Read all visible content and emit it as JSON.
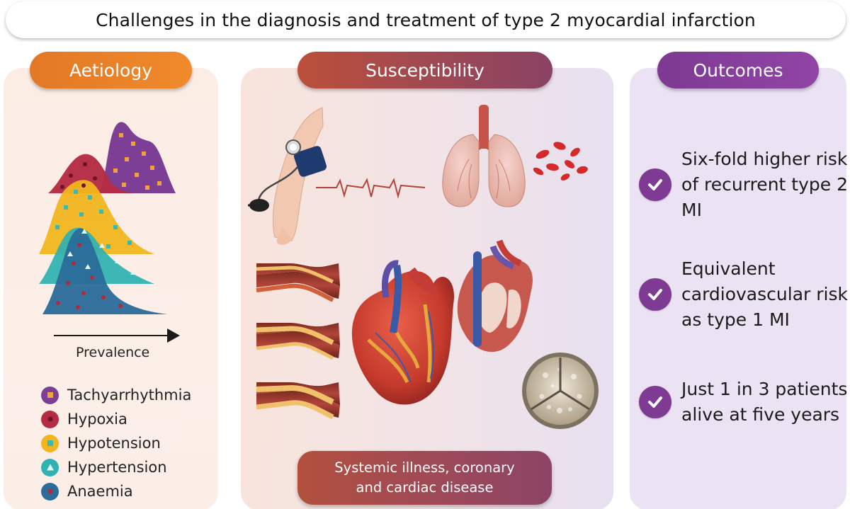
{
  "title": "Challenges in the diagnosis and treatment of type 2 myocardial infarction",
  "sections": {
    "aetiology": "Aetiology",
    "susceptibility": "Susceptibility",
    "outcomes": "Outcomes"
  },
  "aetiology": {
    "axis_label": "Prevalence",
    "legend": [
      {
        "label": "Tachyarrhythmia",
        "color": "#7c3f95",
        "marker": "square",
        "marker_color": "#f0a23a"
      },
      {
        "label": "Hypoxia",
        "color": "#b42c43",
        "marker": "dot",
        "marker_color": "#6e1424"
      },
      {
        "label": "Hypotension",
        "color": "#f1b51f",
        "marker": "square",
        "marker_color": "#3cb9b0"
      },
      {
        "label": "Hypertension",
        "color": "#2fb2b2",
        "marker": "triangle",
        "marker_color": "#dff3f2"
      },
      {
        "label": "Anaemia",
        "color": "#2a6c9a",
        "marker": "dot",
        "marker_color": "#b22a3a"
      }
    ]
  },
  "susceptibility": {
    "icons": [
      "blood-pressure-cuff-icon",
      "ecg-trace-icon",
      "lungs-icon",
      "red-blood-cells-icon",
      "narrowed-artery-icon",
      "heart-icon",
      "heart-cross-section-icon",
      "aortic-valve-icon"
    ],
    "summary_line1": "Systemic illness, coronary",
    "summary_line2": "and cardiac disease"
  },
  "outcomes": [
    {
      "lines": [
        "Six-fold higher risk",
        "of recurrent type 2",
        "MI"
      ]
    },
    {
      "lines": [
        "Equivalent",
        "cardiovascular risk",
        "as type 1 MI"
      ]
    },
    {
      "lines": [
        "Just 1 in 3 patients",
        "alive at five years"
      ]
    }
  ],
  "colors": {
    "aetiology": "#ea7f29",
    "susceptibility": "#a04a56",
    "outcomes": "#7f3b93"
  }
}
